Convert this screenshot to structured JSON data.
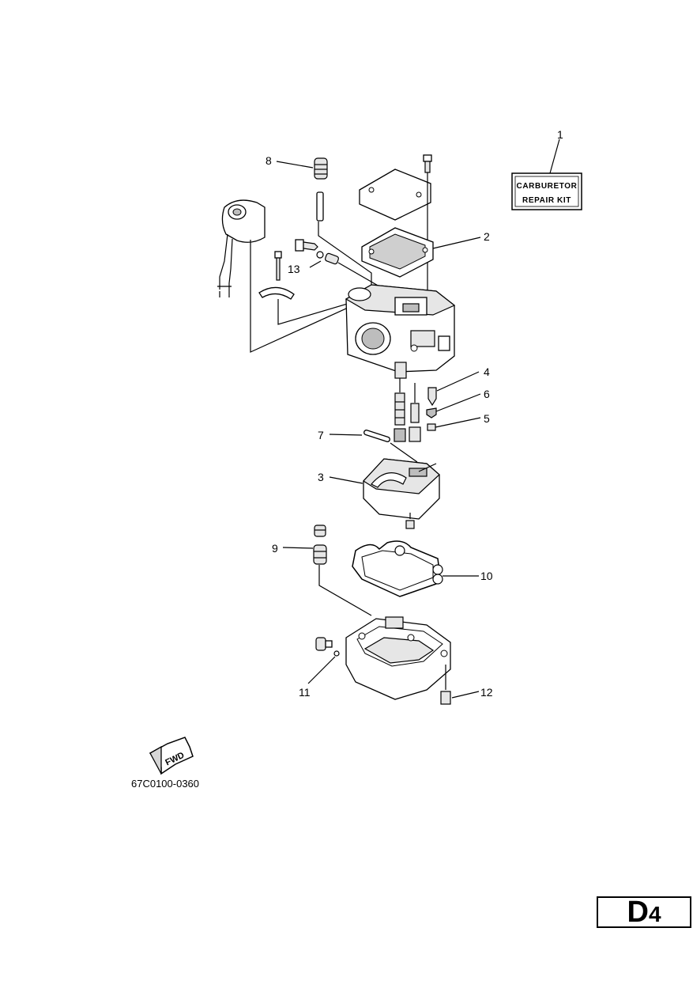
{
  "callouts": {
    "c1": "1",
    "c2": "2",
    "c3": "3",
    "c4": "4",
    "c5": "5",
    "c6": "6",
    "c7": "7",
    "c8": "8",
    "c9": "9",
    "c10": "10",
    "c11": "11",
    "c12": "12",
    "c13": "13"
  },
  "repair_kit": {
    "line1": "CARBURETOR",
    "line2": "REPAIR KIT"
  },
  "fwd_label": "FWD",
  "drawing_code": "67C0100-0360",
  "page_id": {
    "letter": "D",
    "number": "4"
  }
}
